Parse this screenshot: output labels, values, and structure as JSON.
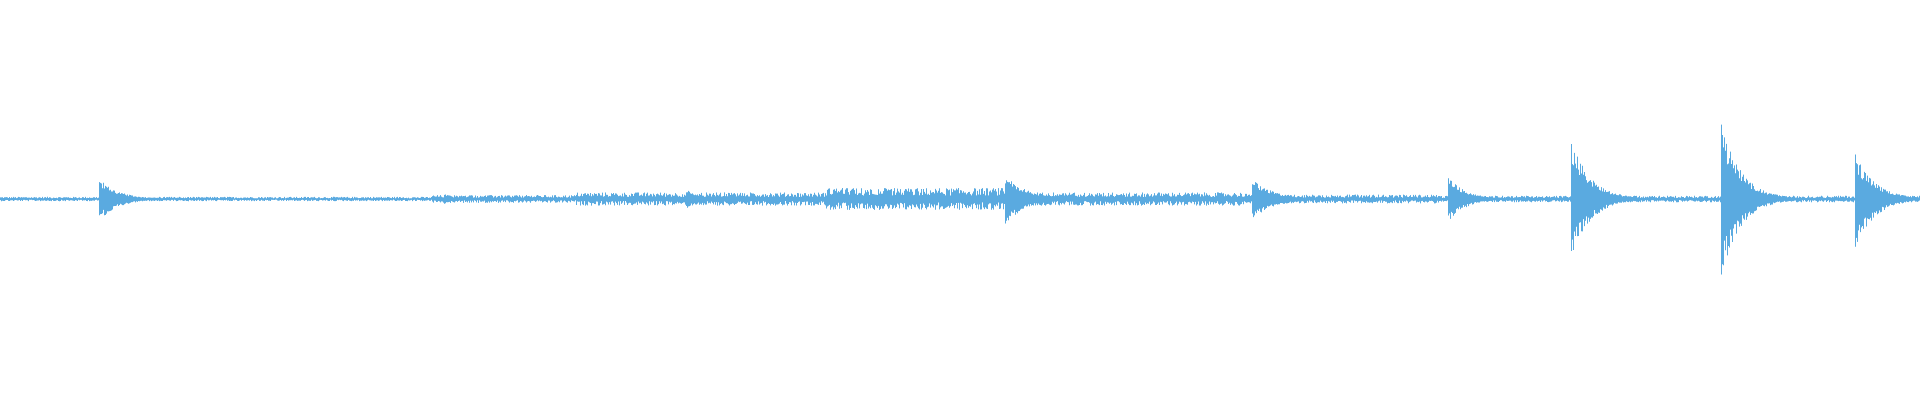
{
  "waveform": {
    "color": "#5aaae0",
    "background": "#ffffff",
    "amplitude_range": [
      -1,
      1
    ],
    "time_range": [
      0,
      1
    ],
    "baseline_noise": 0.012,
    "segments": [
      {
        "start": 0.0,
        "end": 0.225,
        "level": 0.01
      },
      {
        "start": 0.225,
        "end": 0.3,
        "level": 0.018
      },
      {
        "start": 0.3,
        "end": 0.43,
        "level": 0.03
      },
      {
        "start": 0.43,
        "end": 0.525,
        "level": 0.05
      },
      {
        "start": 0.525,
        "end": 0.65,
        "level": 0.03
      },
      {
        "start": 0.65,
        "end": 0.75,
        "level": 0.02
      },
      {
        "start": 0.75,
        "end": 1.0,
        "level": 0.015
      }
    ],
    "transients": [
      {
        "t": 0.0515,
        "peak": 0.12,
        "depth": 0.13,
        "decay": 0.01
      },
      {
        "t": 0.231,
        "peak": 0.03,
        "depth": 0.03,
        "decay": 0.008
      },
      {
        "t": 0.357,
        "peak": 0.06,
        "depth": 0.06,
        "decay": 0.006
      },
      {
        "t": 0.4335,
        "peak": 0.07,
        "depth": 0.05,
        "decay": 0.008
      },
      {
        "t": 0.523,
        "peak": 0.14,
        "depth": 0.15,
        "decay": 0.012
      },
      {
        "t": 0.652,
        "peak": 0.12,
        "depth": 0.13,
        "decay": 0.011
      },
      {
        "t": 0.754,
        "peak": 0.14,
        "depth": 0.14,
        "decay": 0.009
      },
      {
        "t": 0.818,
        "peak": 0.36,
        "depth": 0.36,
        "decay": 0.01
      },
      {
        "t": 0.896,
        "peak": 0.48,
        "depth": 0.48,
        "decay": 0.01
      },
      {
        "t": 0.966,
        "peak": 0.28,
        "depth": 0.3,
        "decay": 0.01
      }
    ]
  }
}
